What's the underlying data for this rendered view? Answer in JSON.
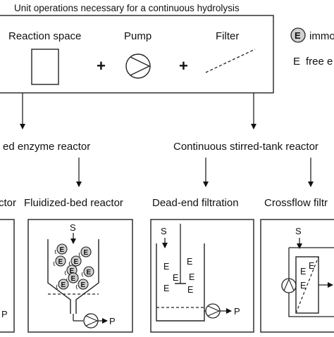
{
  "header": {
    "title": "Unit operations necessary for a continuous hydrolysis",
    "reaction_space": "Reaction space",
    "pump": "Pump",
    "filter": "Filter",
    "plus": "+"
  },
  "legend": {
    "immobilized_symbol": "E",
    "immobilized_label": "immo",
    "free_symbol": "E",
    "free_label": "free e"
  },
  "branches": {
    "left": "ed enzyme reactor",
    "right": "Continuous stirred-tank reactor"
  },
  "reactors": {
    "packed_bed": "ctor",
    "fluidized_bed": "Fluidized-bed reactor",
    "dead_end": "Dead-end filtration",
    "crossflow": "Crossflow filtr"
  },
  "symbols": {
    "substrate": "S",
    "product": "P",
    "enzyme": "E"
  }
}
